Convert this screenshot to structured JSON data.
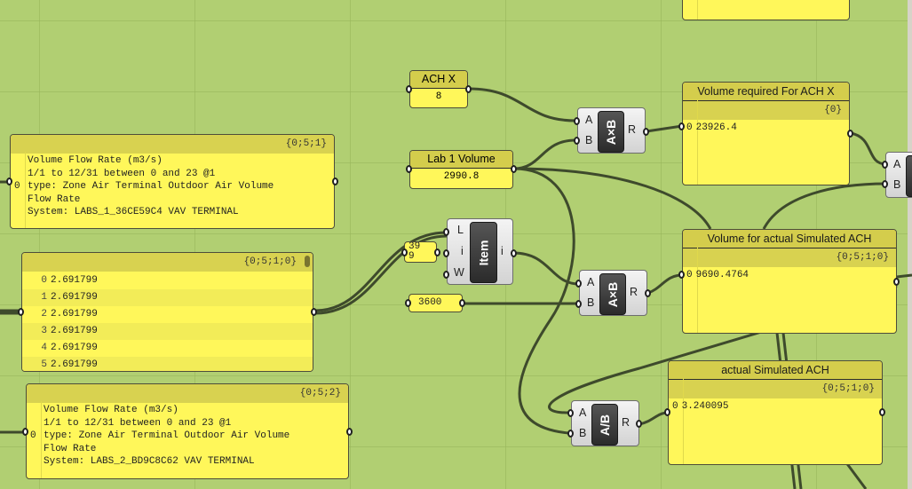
{
  "canvas": {
    "background": "#b1cf72",
    "panel_color": "#fff75a",
    "wire_color": "#3e4a2c"
  },
  "panels": {
    "flow_rate_1": {
      "path": "{0;5;1}",
      "index": "0",
      "lines": [
        "Volume Flow Rate (m3/s)",
        "1/1 to 12/31 between 0 and 23 @1",
        "type: Zone Air Terminal Outdoor Air Volume",
        "Flow Rate",
        "System: LABS_1_36CE59C4 VAV TERMINAL"
      ]
    },
    "flow_values": {
      "path": "{0;5;1;0}",
      "rows": [
        {
          "index": "0",
          "value": "2.691799"
        },
        {
          "index": "1",
          "value": "2.691799"
        },
        {
          "index": "2",
          "value": "2.691799"
        },
        {
          "index": "3",
          "value": "2.691799"
        },
        {
          "index": "4",
          "value": "2.691799"
        },
        {
          "index": "5",
          "value": "2.691799"
        }
      ]
    },
    "flow_rate_2": {
      "path": "{0;5;2}",
      "index": "0",
      "lines": [
        "Volume Flow Rate (m3/s)",
        "1/1 to 12/31 between 0 and 23 @1",
        "type: Zone Air Terminal Outdoor Air Volume",
        "Flow Rate",
        "System: LABS_2_BD9C8C62 VAV TERMINAL"
      ]
    },
    "volume_required": {
      "title": "Volume required For ACH X",
      "path": "{0}",
      "index": "0",
      "value": "23926.4"
    },
    "volume_actual": {
      "title": "Volume for actual Simulated ACH",
      "path": "{0;5;1;0}",
      "index": "0",
      "value": "9690.4764"
    },
    "actual_ach": {
      "title": "actual Simulated ACH",
      "path": "{0;5;1;0}",
      "index": "0",
      "value": "3.240095"
    }
  },
  "params": {
    "ach_x": {
      "label": "ACH X",
      "value": "8"
    },
    "lab_volume": {
      "label": "Lab 1 Volume",
      "value": "2990.8"
    },
    "index_value": {
      "value": "39\n9"
    },
    "seconds": {
      "value": "3600"
    }
  },
  "components": {
    "multiply_1": {
      "core": "A×B",
      "inputs": [
        "A",
        "B"
      ],
      "output": "R"
    },
    "multiply_2": {
      "core": "A×B",
      "inputs": [
        "A",
        "B"
      ],
      "output": "R"
    },
    "divide": {
      "core": "A/B",
      "inputs": [
        "A",
        "B"
      ],
      "output": "R"
    },
    "list_item": {
      "core": "Item",
      "inputs": [
        "L",
        "i",
        "W"
      ],
      "output": "i"
    },
    "partial_right": {
      "inputs": [
        "A",
        "B"
      ]
    }
  }
}
